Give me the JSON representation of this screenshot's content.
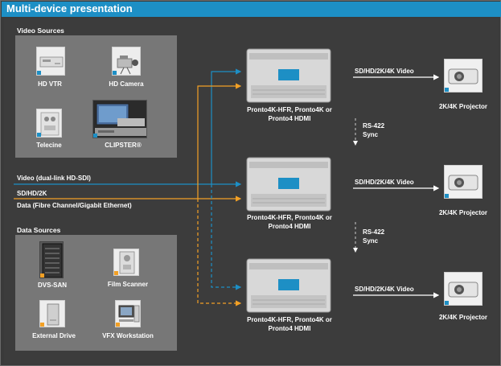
{
  "title": "Multi-device presentation",
  "video_sources": {
    "heading": "Video Sources",
    "items": [
      {
        "label": "HD VTR",
        "icon": "vtr-icon"
      },
      {
        "label": "HD Camera",
        "icon": "camera-icon"
      },
      {
        "label": "Telecine",
        "icon": "telecine-icon"
      },
      {
        "label": "CLIPSTER®",
        "icon": "clipster-icon"
      }
    ]
  },
  "data_sources": {
    "heading": "Data Sources",
    "items": [
      {
        "label": "DVS-SAN",
        "icon": "san-rack-icon"
      },
      {
        "label": "Film Scanner",
        "icon": "film-scanner-icon"
      },
      {
        "label": "External Drive",
        "icon": "external-drive-icon"
      },
      {
        "label": "VFX Workstation",
        "icon": "workstation-icon"
      }
    ]
  },
  "signals": {
    "video": "Video (dual-link HD-SDI)",
    "sd_hd": "SD/HD/2K",
    "data": "Data (Fibre Channel/Gigabit Ethernet)"
  },
  "servers": [
    {
      "line1": "Pronto4K-HFR, Pronto4K or",
      "line2": "Pronto4 HDMI"
    },
    {
      "line1": "Pronto4K-HFR, Pronto4K or",
      "line2": "Pronto4 HDMI"
    },
    {
      "line1": "Pronto4K-HFR, Pronto4K or",
      "line2": "Pronto4 HDMI"
    }
  ],
  "outputs": [
    {
      "video": "SD/HD/2K/4K Video",
      "projector": "2K/4K Projector"
    },
    {
      "video": "SD/HD/2K/4K Video",
      "projector": "2K/4K Projector"
    },
    {
      "video": "SD/HD/2K/4K Video",
      "projector": "2K/4K Projector"
    }
  ],
  "sync": [
    {
      "line1": "RS-422",
      "line2": "Sync"
    },
    {
      "line1": "RS-422",
      "line2": "Sync"
    }
  ],
  "colors": {
    "title_bar": "#1d8fc5",
    "background": "#3c3c3c",
    "source_panel": "#777777",
    "video_line": "#1d8fc5",
    "data_line": "#f2a025",
    "output_line": "#ffffff"
  }
}
